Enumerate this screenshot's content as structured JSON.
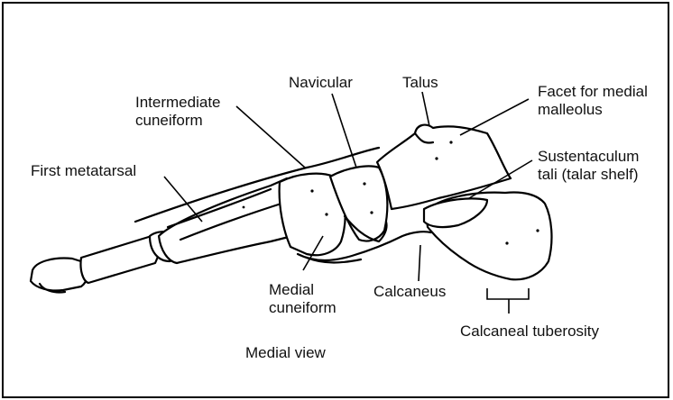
{
  "labels": {
    "navicular": "Navicular",
    "talus": "Talus",
    "facet": [
      "Facet for medial",
      "malleolus"
    ],
    "intermediate_cuneiform": [
      "Intermediate",
      "cuneiform"
    ],
    "first_metatarsal": "First metatarsal",
    "sustentaculum": [
      "Sustentaculum",
      "tali (talar shelf)"
    ],
    "medial_cuneiform": [
      "Medial",
      "cuneiform"
    ],
    "calcaneus": "Calcaneus",
    "calcaneal_tuberosity": "Calcaneal tuberosity",
    "view": "Medial view"
  },
  "colors": {
    "line": "#000000",
    "fill": "#ffffff",
    "shade": "#222222"
  }
}
